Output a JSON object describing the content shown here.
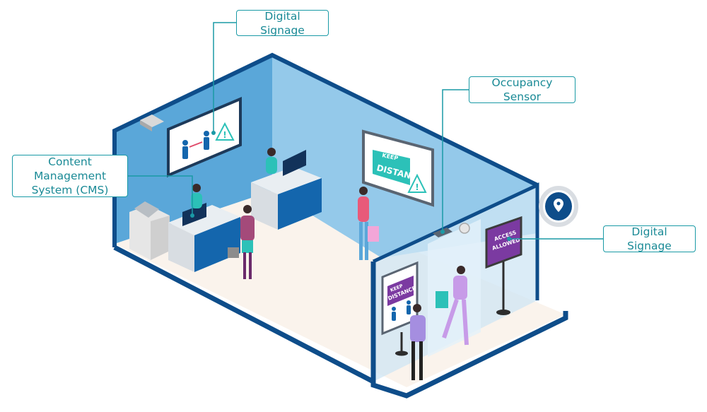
{
  "callouts": {
    "signage_top": "Digital Signage",
    "cms": "Content Management System (CMS)",
    "occupancy": "Occupancy Sensor",
    "signage_right": "Digital Signage"
  },
  "signs": {
    "keep": "KEEP",
    "distance": "DISTANCE",
    "access": "ACCESS",
    "allowed": "ALLOWED",
    "warning": "!"
  },
  "colors": {
    "wall_left": "#5aa7d9",
    "wall_back": "#94c9ea",
    "floor": "#faf3ec",
    "border": "#0e4d8a",
    "counter": "#1466ad",
    "accent": "#1a9aa6",
    "sign_teal": "#2cc1b8",
    "sign_purple": "#7b3aa1"
  },
  "icons": {
    "location": "location-pin-icon",
    "people": "people-icon",
    "warning": "warning-icon"
  }
}
